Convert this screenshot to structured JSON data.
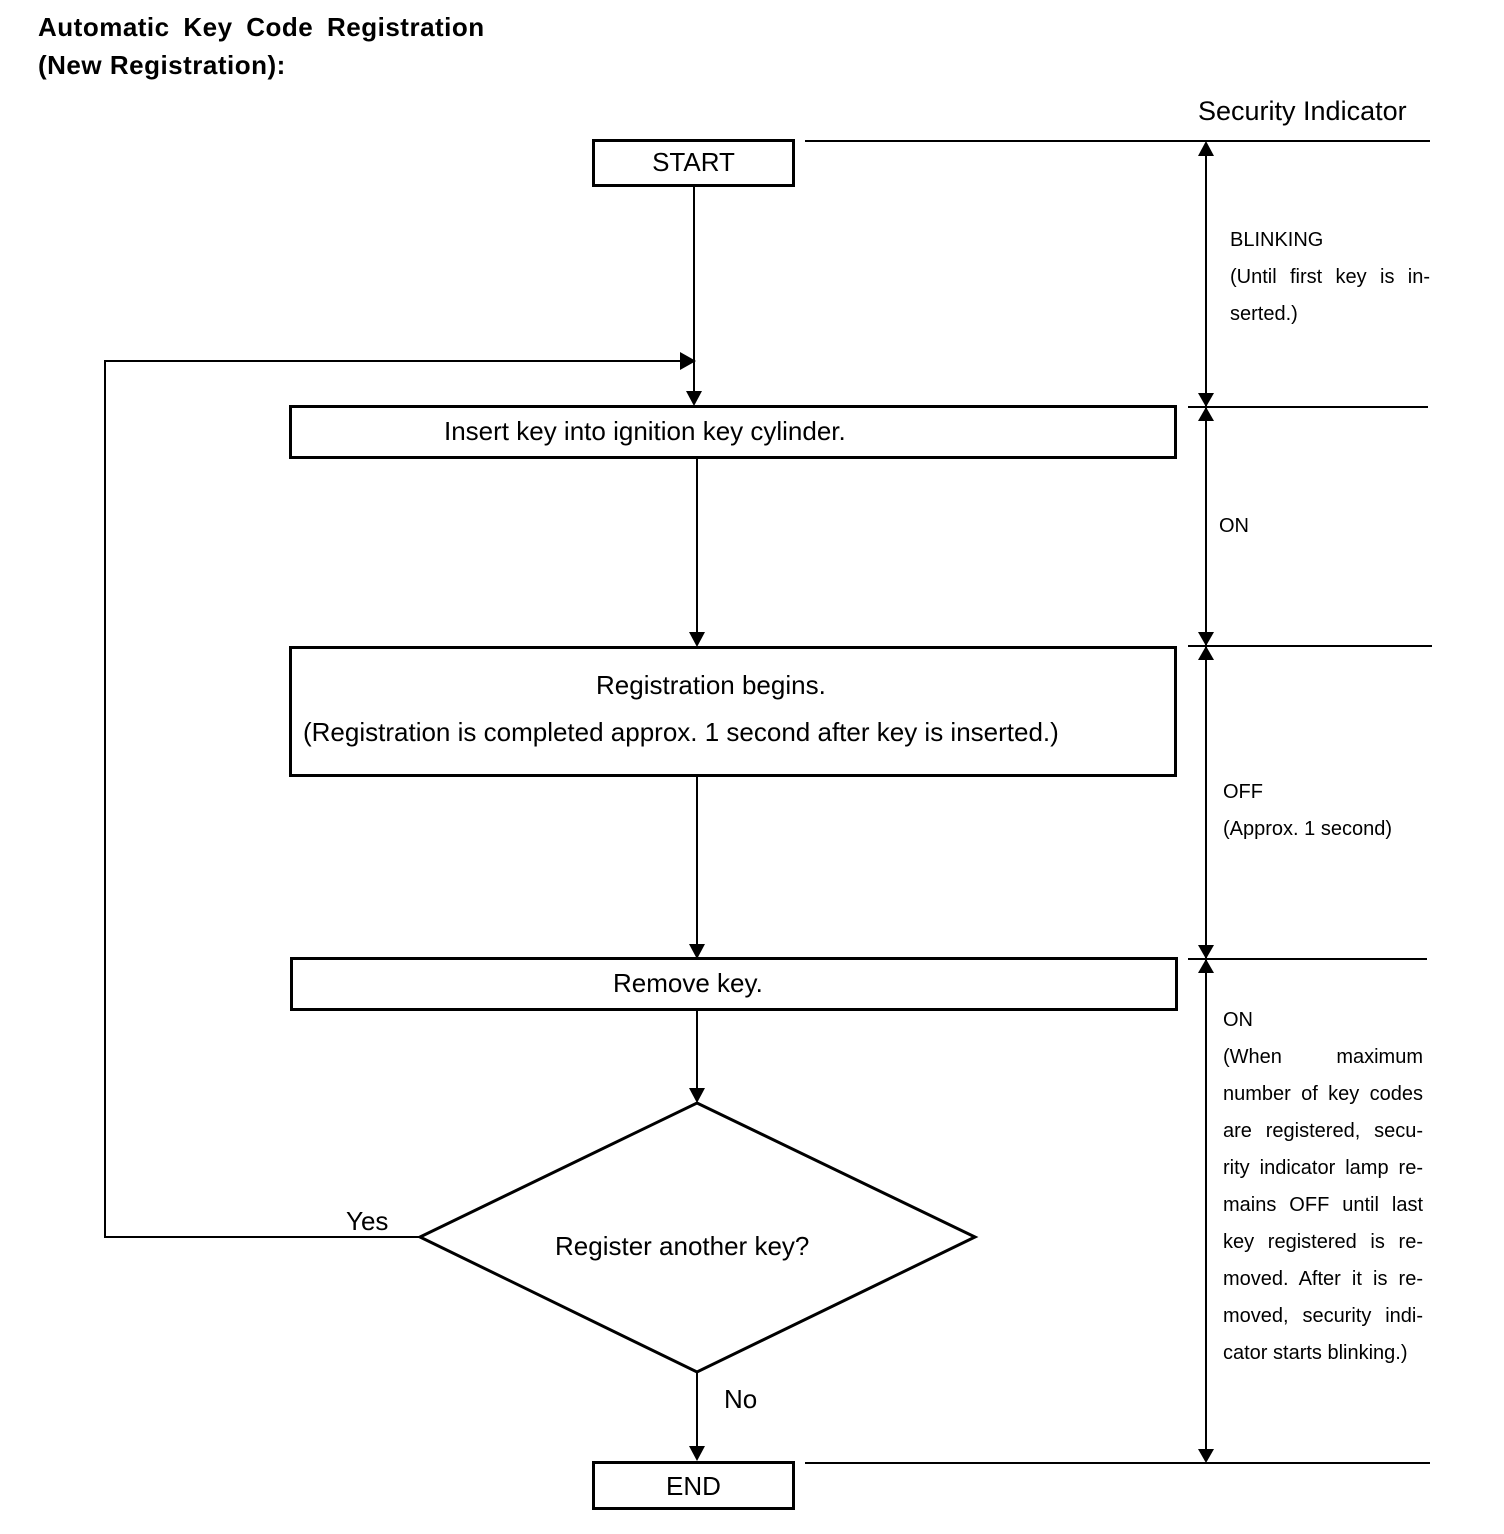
{
  "title": {
    "line1": "Automatic Key Code Registration",
    "line2": "(New Registration):"
  },
  "column_header": "Security Indicator",
  "steps": {
    "start": "START",
    "insert": "Insert key into ignition key cylinder.",
    "registration_line1": "Registration begins.",
    "registration_line2": "(Registration is completed approx. 1 second after key is inserted.)",
    "remove": "Remove key.",
    "decision": "Register another key?",
    "end": "END"
  },
  "branches": {
    "yes": "Yes",
    "no": "No"
  },
  "indicator": {
    "blinking": {
      "state": "BLINKING",
      "lines": [
        "(Until first key is in-",
        "serted.)"
      ]
    },
    "on1": {
      "state": "ON"
    },
    "off": {
      "state": "OFF",
      "lines": [
        "(Approx. 1 second)"
      ]
    },
    "on2": {
      "state": "ON",
      "lines": [
        "(When maximum",
        "number of key codes",
        "are registered, secu-",
        "rity indicator lamp re-",
        "mains OFF until last",
        "key registered is re-",
        "moved. After it is re-",
        "moved, security indi-",
        "cator starts blinking.)"
      ]
    }
  }
}
